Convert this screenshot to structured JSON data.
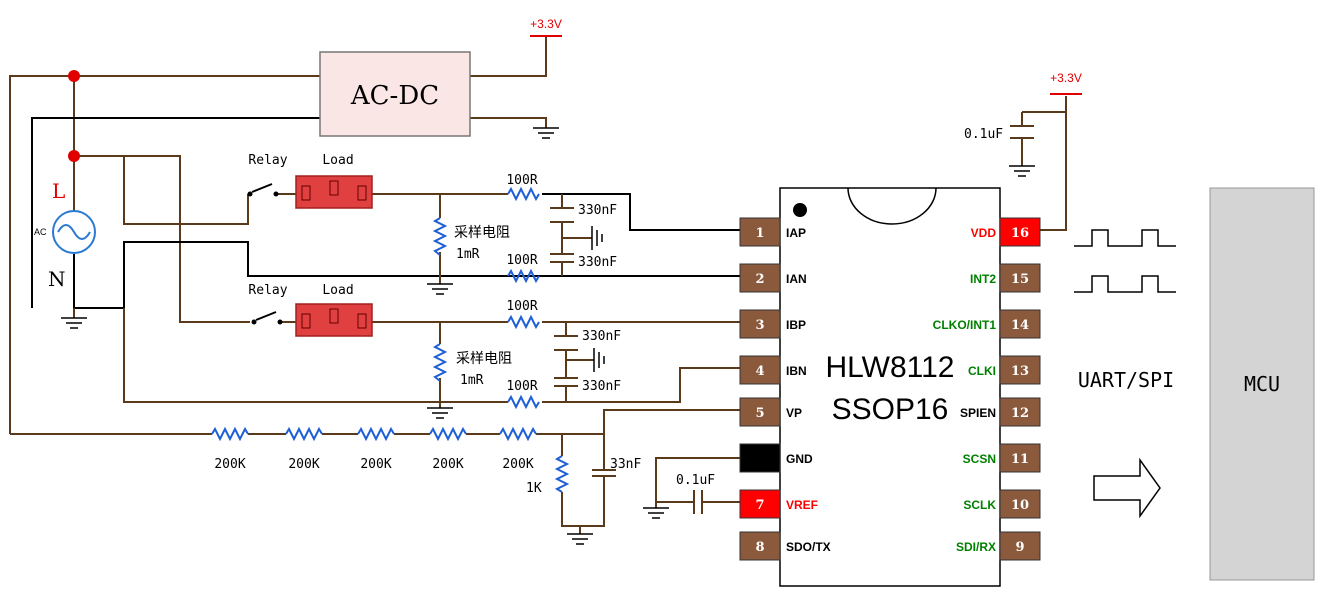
{
  "power": {
    "supply_top": "+3.3V",
    "supply_right": "+3.3V",
    "acdc_label": "AC-DC",
    "vdd_cap": "0.1uF"
  },
  "source": {
    "line": "L",
    "neutral": "N",
    "ac": "AC"
  },
  "channel_a": {
    "relay": "Relay",
    "load": "Load",
    "shunt": "采样电阻",
    "shunt_value": "1mR",
    "res_p": "100R",
    "res_n": "100R",
    "cap_p": "330nF",
    "cap_n": "330nF"
  },
  "channel_b": {
    "relay": "Relay",
    "load": "Load",
    "shunt": "采样电阻",
    "shunt_value": "1mR",
    "res_p": "100R",
    "res_n": "100R",
    "cap_p": "330nF",
    "cap_n": "330nF"
  },
  "divider": {
    "r1": "200K",
    "r2": "200K",
    "r3": "200K",
    "r4": "200K",
    "r5": "200K",
    "r_low": "1K",
    "cap": "33nF"
  },
  "vref_cap": "0.1uF",
  "chip": {
    "name": "HLW8112",
    "package": "SSOP16",
    "left_pins": [
      {
        "num": "1",
        "label": "IAP",
        "color": "#8b5a3c",
        "label_color": "#000000"
      },
      {
        "num": "2",
        "label": "IAN",
        "color": "#8b5a3c",
        "label_color": "#000000"
      },
      {
        "num": "3",
        "label": "IBP",
        "color": "#8b5a3c",
        "label_color": "#000000"
      },
      {
        "num": "4",
        "label": "IBN",
        "color": "#8b5a3c",
        "label_color": "#000000"
      },
      {
        "num": "5",
        "label": "VP",
        "color": "#8b5a3c",
        "label_color": "#000000"
      },
      {
        "num": "",
        "label": "GND",
        "color": "#000000",
        "label_color": "#000000"
      },
      {
        "num": "7",
        "label": "VREF",
        "color": "#ff0000",
        "label_color": "#ff0000"
      },
      {
        "num": "8",
        "label": "SDO/TX",
        "color": "#8b5a3c",
        "label_color": "#000000"
      }
    ],
    "right_pins": [
      {
        "num": "16",
        "label": "VDD",
        "color": "#ff0000",
        "label_color": "#ff0000"
      },
      {
        "num": "15",
        "label": "INT2",
        "color": "#8b5a3c",
        "label_color": "#008000"
      },
      {
        "num": "14",
        "label": "CLKO/INT1",
        "color": "#8b5a3c",
        "label_color": "#008000"
      },
      {
        "num": "13",
        "label": "CLKI",
        "color": "#8b5a3c",
        "label_color": "#008000"
      },
      {
        "num": "12",
        "label": "SPIEN",
        "color": "#8b5a3c",
        "label_color": "#000000"
      },
      {
        "num": "11",
        "label": "SCSN",
        "color": "#8b5a3c",
        "label_color": "#008000"
      },
      {
        "num": "10",
        "label": "SCLK",
        "color": "#8b5a3c",
        "label_color": "#008000"
      },
      {
        "num": "9",
        "label": "SDI/RX",
        "color": "#8b5a3c",
        "label_color": "#008000"
      }
    ]
  },
  "interface": "UART/SPI",
  "mcu": "MCU",
  "colors": {
    "wire": "#000000",
    "brown_wire": "#5a3a1a",
    "resistor": "#1f5fd6",
    "junction": "#e00000",
    "supply": "#e00000",
    "load_fill": "#e04040",
    "acdc_fill": "#fbe6e6",
    "mcu_fill": "#d4d4d4"
  }
}
